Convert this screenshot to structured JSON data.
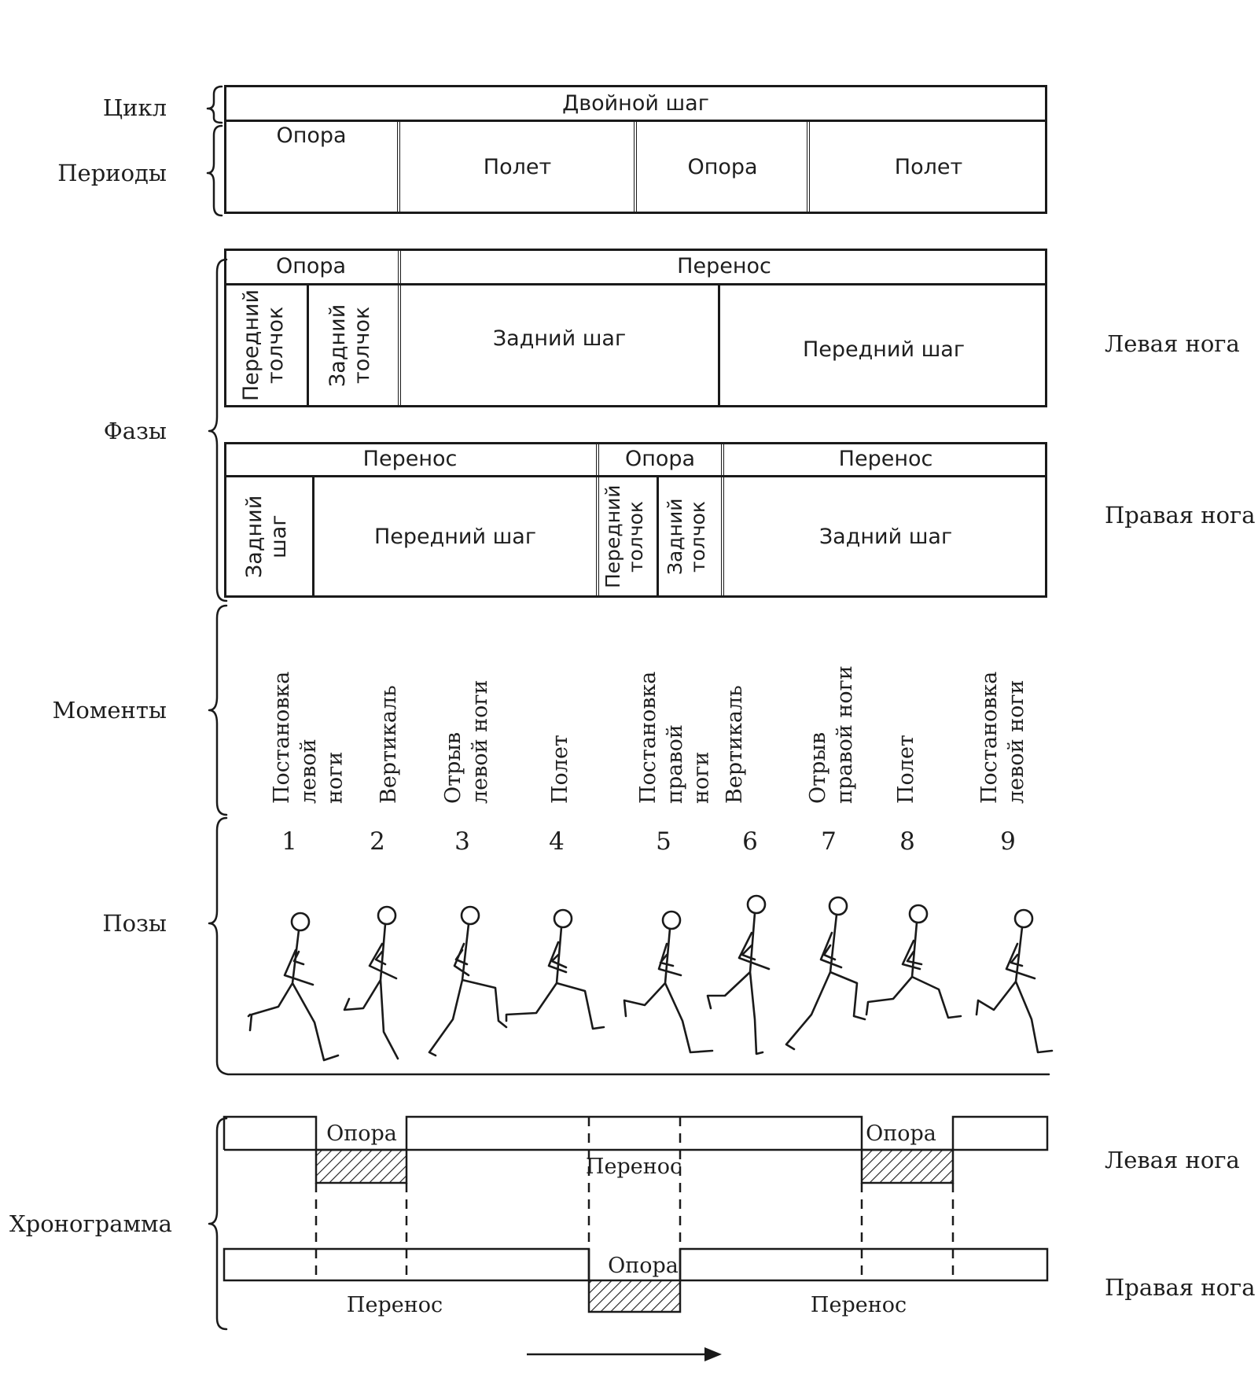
{
  "row_labels": {
    "cycle": "Цикл",
    "periods": "Периоды",
    "phases": "Фазы",
    "moments": "Моменты",
    "poses": "Позы",
    "chronogram": "Хронограмма"
  },
  "side_labels": {
    "left_leg_phases": "Левая нога",
    "right_leg_phases": "Правая нога",
    "left_leg_chrono": "Левая нога",
    "right_leg_chrono": "Правая нога"
  },
  "cycle": {
    "title": "Двойной шаг"
  },
  "periods": [
    "Опора",
    "Полет",
    "Опора",
    "Полет"
  ],
  "left_leg": {
    "support": "Опора",
    "transfer": "Перенос",
    "front_push": "Передний толчок",
    "back_push": "Задний толчок",
    "back_step": "Задний шаг",
    "front_step": "Передний шаг"
  },
  "right_leg": {
    "transfer_1": "Перенос",
    "support": "Опора",
    "transfer_2": "Перенос",
    "back_step": "Задний шаг",
    "front_step": "Передний шаг",
    "front_push": "Передний толчок",
    "back_push": "Задний толчок",
    "back_step_2": "Задний шаг"
  },
  "moments": [
    {
      "num": "1",
      "text": "Постановка левой ноги"
    },
    {
      "num": "2",
      "text": "Вертикаль"
    },
    {
      "num": "3",
      "text": "Отрыв левой ноги"
    },
    {
      "num": "4",
      "text": "Полет"
    },
    {
      "num": "5",
      "text": "Постановка правой ноги"
    },
    {
      "num": "6",
      "text": "Вертикаль"
    },
    {
      "num": "7",
      "text": "Отрыв правой ноги"
    },
    {
      "num": "8",
      "text": "Полет"
    },
    {
      "num": "9",
      "text": "Постановка левой ноги"
    }
  ],
  "chronogram": {
    "left_support_1": "Опора",
    "left_support_2": "Опора",
    "left_transfer": "Перенос",
    "right_support": "Опора",
    "right_transfer_1": "Перенос",
    "right_transfer_2": "Перенос"
  }
}
